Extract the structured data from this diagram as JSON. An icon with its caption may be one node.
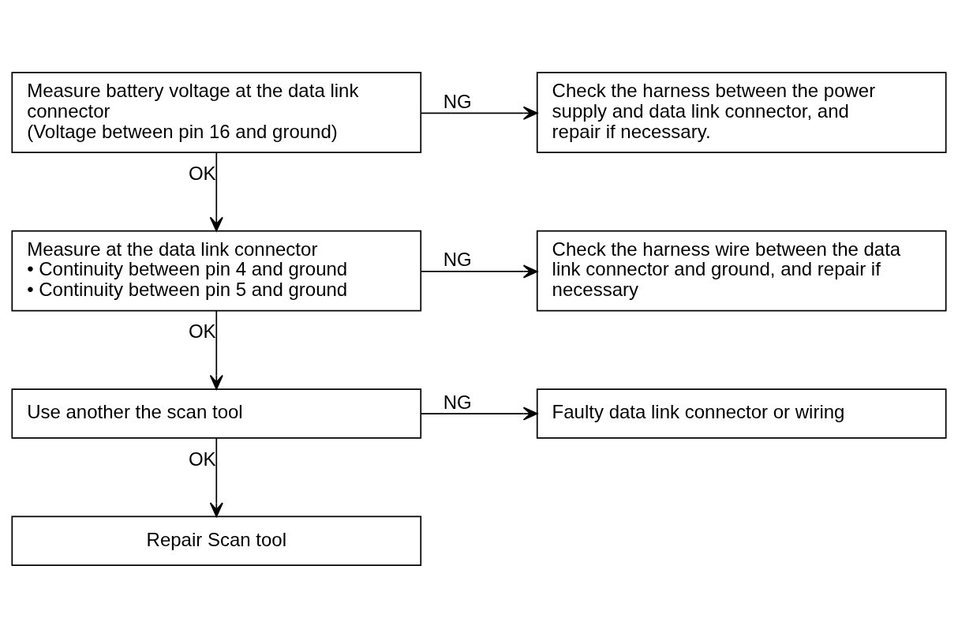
{
  "diagram": {
    "nodes": [
      {
        "text": [
          "Measure battery voltage at the data link connector",
          "(Voltage between pin 16 and ground)"
        ]
      },
      {
        "text": [
          "Check the harness between the power supply and data link connector, and repair if necessary."
        ]
      },
      {
        "text": [
          "Measure at the data link connector",
          "• Continuity between pin 4 and ground",
          "• Continuity between pin 5 and ground"
        ]
      },
      {
        "text": [
          "Check the harness wire between the data link connector and ground, and repair if necessary"
        ]
      },
      {
        "text": [
          "Use another the scan tool"
        ]
      },
      {
        "text": [
          "Faulty data link connector or wiring"
        ]
      },
      {
        "text": [
          "Repair Scan tool"
        ]
      }
    ],
    "edges": [
      {
        "from": 0,
        "to": 1,
        "arrow": "to",
        "label": "NG"
      },
      {
        "from": 0,
        "to": 2,
        "arrow": "to",
        "label": "OK"
      },
      {
        "from": 2,
        "to": 3,
        "arrow": "to",
        "label": "NG"
      },
      {
        "from": 2,
        "to": 4,
        "arrow": "to",
        "label": "OK"
      },
      {
        "from": 4,
        "to": 5,
        "arrow": "to",
        "label": "NG"
      },
      {
        "from": 4,
        "to": 6,
        "arrow": "to",
        "label": "OK"
      }
    ]
  }
}
